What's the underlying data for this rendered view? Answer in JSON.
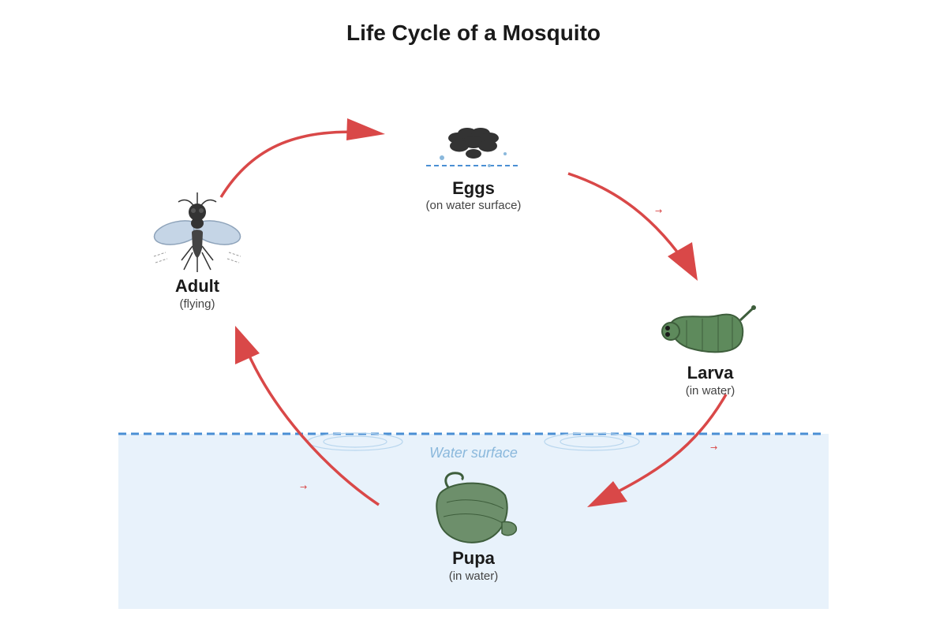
{
  "title": "Life Cycle of a Mosquito",
  "water_label": "Water surface",
  "stages": {
    "eggs": {
      "label": "Eggs",
      "sub": "(on water surface)"
    },
    "larva": {
      "label": "Larva",
      "sub": "(in water)"
    },
    "pupa": {
      "label": "Pupa",
      "sub": "(in water)"
    },
    "adult": {
      "label": "Adult",
      "sub": "(flying)"
    }
  },
  "cycle_order": [
    "eggs",
    "larva",
    "pupa",
    "adult"
  ],
  "colors": {
    "arrow": "#d94848",
    "water_fill": "#e8f2fb",
    "water_line": "#4a8fd4",
    "insect_green": "#5e8a5c",
    "insect_dark": "#333333",
    "wing": "#c5d5e6"
  },
  "icons": {
    "eggs": "egg-cluster-icon",
    "larva": "larva-icon",
    "pupa": "pupa-icon",
    "adult": "mosquito-icon"
  }
}
